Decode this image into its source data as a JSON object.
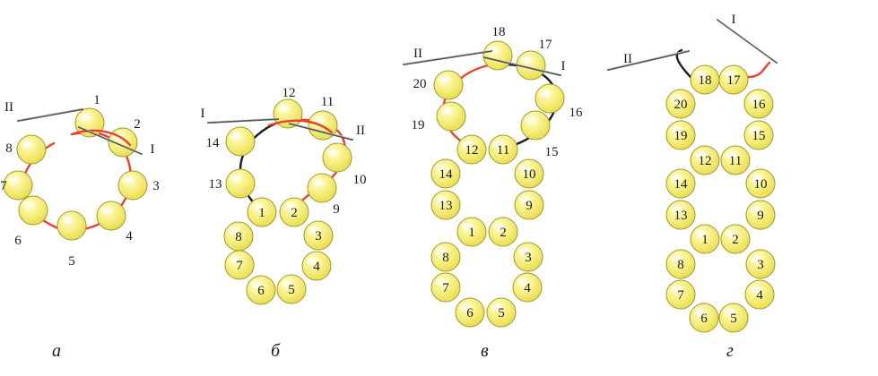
{
  "colors": {
    "bead_fill": "#f7f07a",
    "bead_stroke": "#9c9a2e",
    "bead_highlight": "#fffde6",
    "thread_red": "#e8412c",
    "thread_black": "#1a1a1a",
    "needle": "#555555"
  },
  "needle_labels": {
    "one": "I",
    "two": "II"
  },
  "panels": [
    {
      "caption": "а",
      "bead_labels": [
        "1",
        "2",
        "3",
        "4",
        "5",
        "6",
        "7",
        "8"
      ]
    },
    {
      "caption": "б",
      "bead_labels": [
        "1",
        "2",
        "3",
        "4",
        "5",
        "6",
        "7",
        "8",
        "9",
        "10",
        "11",
        "12",
        "13",
        "14"
      ]
    },
    {
      "caption": "в",
      "bead_labels": [
        "1",
        "2",
        "3",
        "4",
        "5",
        "6",
        "7",
        "8",
        "9",
        "10",
        "11",
        "12",
        "13",
        "14",
        "15",
        "16",
        "17",
        "18",
        "19",
        "20"
      ]
    },
    {
      "caption": "г",
      "bead_labels": [
        "1",
        "2",
        "3",
        "4",
        "5",
        "6",
        "7",
        "8",
        "9",
        "10",
        "11",
        "12",
        "13",
        "14",
        "15",
        "16",
        "17",
        "18",
        "19",
        "20"
      ]
    }
  ]
}
